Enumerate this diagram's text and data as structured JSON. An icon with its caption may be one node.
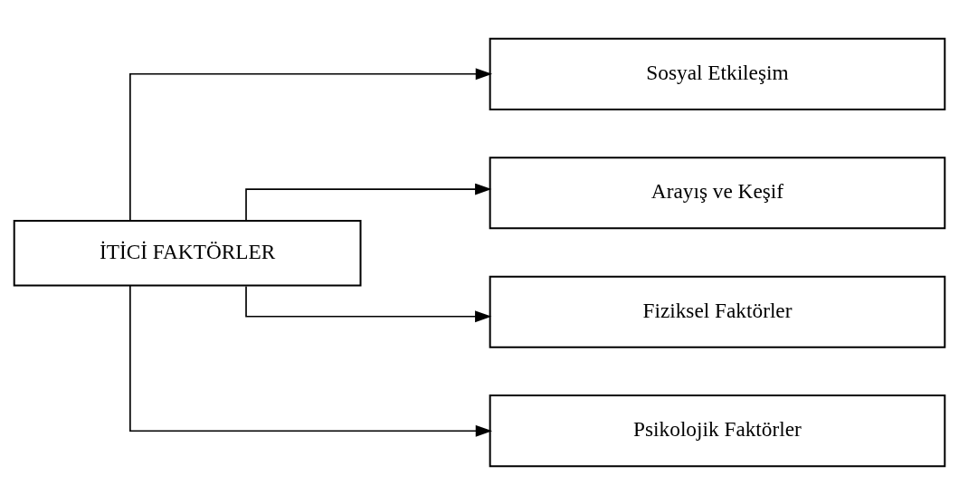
{
  "diagram": {
    "nodes": [
      {
        "text": [
          "İTİCİ FAKTÖRLER"
        ]
      },
      {
        "text": [
          "Sosyal Etkileşim"
        ]
      },
      {
        "text": [
          "Arayış ve Keşif"
        ]
      },
      {
        "text": [
          "Fiziksel Faktörler"
        ]
      },
      {
        "text": [
          "Psikolojik Faktörler"
        ]
      }
    ],
    "edges": [
      {
        "from": 0,
        "to": 1,
        "arrow": "to"
      },
      {
        "from": 0,
        "to": 2,
        "arrow": "to"
      },
      {
        "from": 0,
        "to": 3,
        "arrow": "to"
      },
      {
        "from": 0,
        "to": 4,
        "arrow": "to"
      }
    ]
  }
}
